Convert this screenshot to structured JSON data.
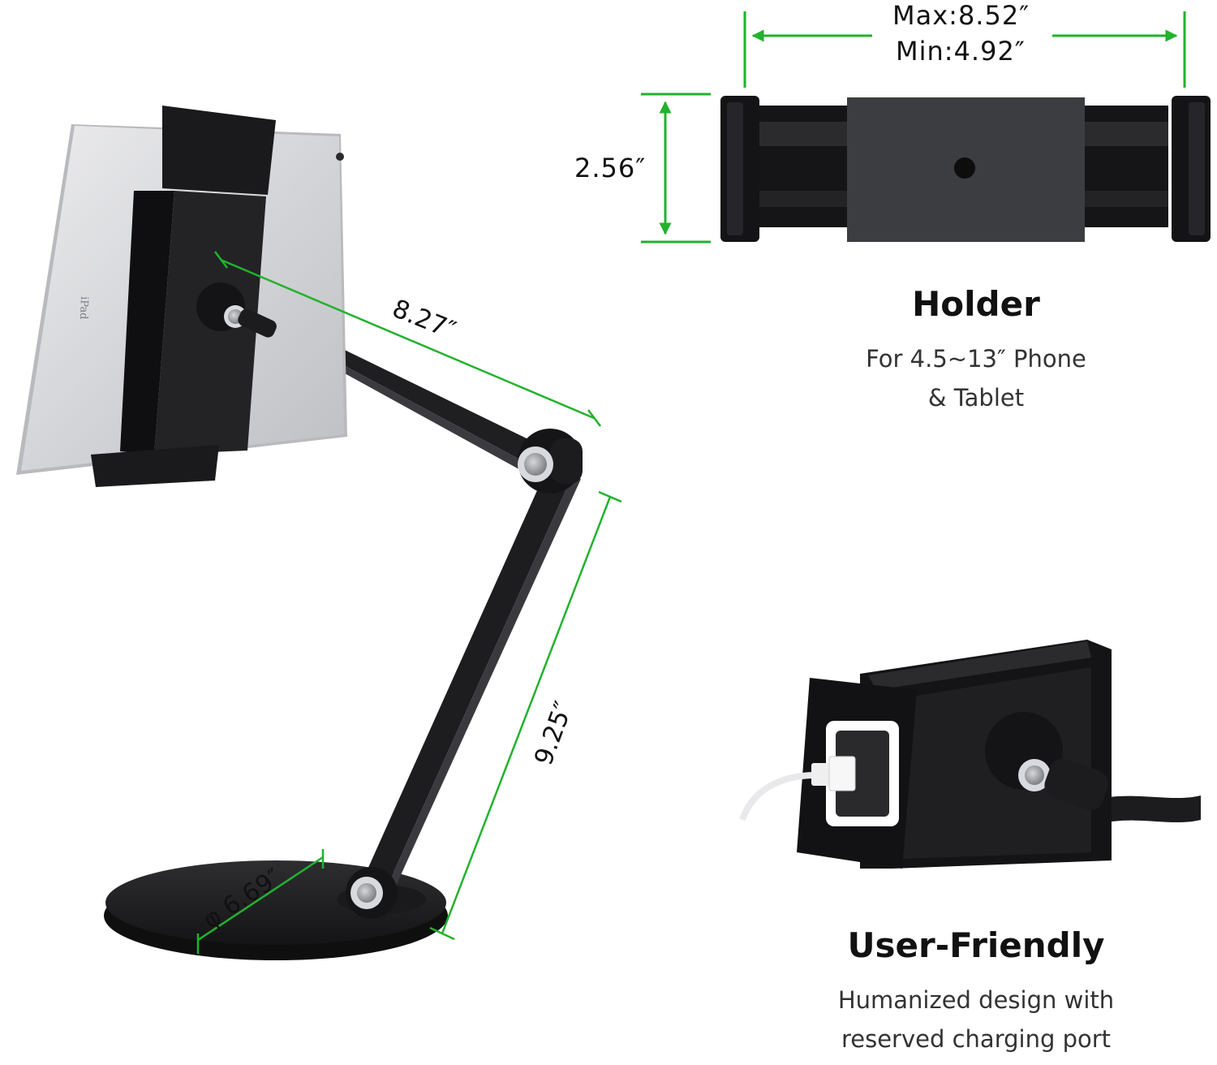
{
  "colors": {
    "dimension_line": "#22b22d",
    "metal_black": "#1c1c1e",
    "metal_dark": "#2a2a2d",
    "plate_gray": "#3a3b3f",
    "tablet_silver": "#d7d8da",
    "screw": "#9a9ca0"
  },
  "icons": [
    "tablet-stand-illustration",
    "holder-clamp-illustration",
    "holder-closeup-illustration",
    "usb-cable-icon"
  ],
  "dimensions": {
    "max_width": "Max:8.52″",
    "min_width": "Min:4.92″",
    "holder_height": "2.56″",
    "upper_arm": "8.27″",
    "lower_arm": "9.25″",
    "base_diameter": "φ 6.69″"
  },
  "tablet_brand": "iPad",
  "holder": {
    "title": "Holder",
    "line1": "For 4.5~13″ Phone",
    "line2": "& Tablet"
  },
  "user_friendly": {
    "title": "User-Friendly",
    "line1": "Humanized design with",
    "line2": "reserved charging port"
  }
}
